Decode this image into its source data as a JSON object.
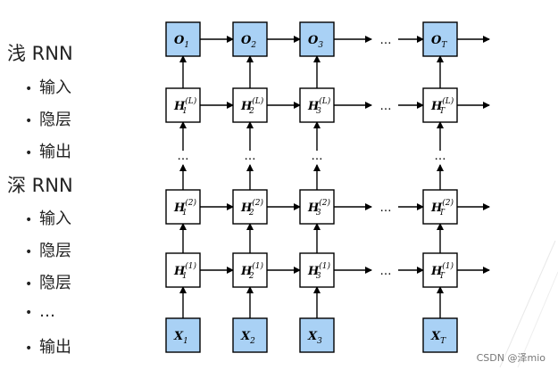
{
  "outline": {
    "shallow": {
      "title": "浅 RNN",
      "items": [
        "输入",
        "隐层",
        "输出"
      ]
    },
    "deep": {
      "title": "深 RNN",
      "items": [
        "输入",
        "隐层",
        "隐层",
        "…",
        "输出"
      ]
    },
    "bullet": "•"
  },
  "diagram": {
    "columns": [
      "1",
      "2",
      "3",
      "T"
    ],
    "ellipsis": "…",
    "rows": [
      {
        "base": "O",
        "sup": "",
        "kind": "output"
      },
      {
        "base": "H",
        "sup": "(L)",
        "kind": "hidden"
      },
      {
        "base": "",
        "sup": "",
        "kind": "dots"
      },
      {
        "base": "H",
        "sup": "(2)",
        "kind": "hidden"
      },
      {
        "base": "H",
        "sup": "(1)",
        "kind": "hidden"
      },
      {
        "base": "X",
        "sup": "",
        "kind": "input"
      }
    ],
    "colors": {
      "io_fill": "#a9d1f5",
      "hidden_fill": "#ffffff",
      "stroke": "#000000"
    }
  },
  "watermark": "CSDN @泽mio"
}
